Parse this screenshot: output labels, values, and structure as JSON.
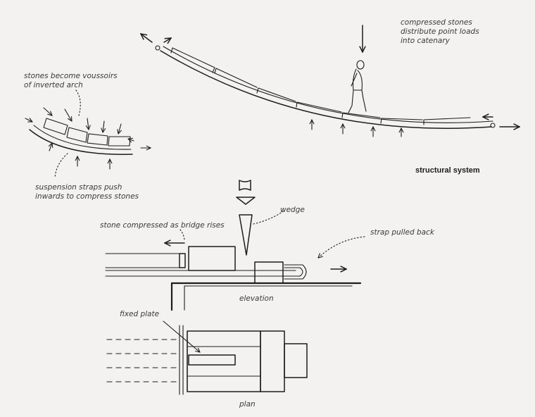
{
  "title": "structural system",
  "labels": {
    "compressed_stones": [
      "compressed stones",
      "distribute point loads",
      "into catenary"
    ],
    "voussoirs": [
      "stones become voussoirs",
      "of inverted arch"
    ],
    "suspension_straps": [
      "suspension straps push",
      "inwards to compress stones"
    ],
    "wedge": "wedge",
    "stone_compressed": "stone compressed as bridge rises",
    "strap_pulled": "strap pulled back",
    "elevation": "elevation",
    "fixed_plate": "fixed plate",
    "plan": "plan"
  },
  "colors": {
    "ink": "#1d1d1d",
    "paper": "#f3f2f0",
    "text": "#3a3a3a"
  }
}
